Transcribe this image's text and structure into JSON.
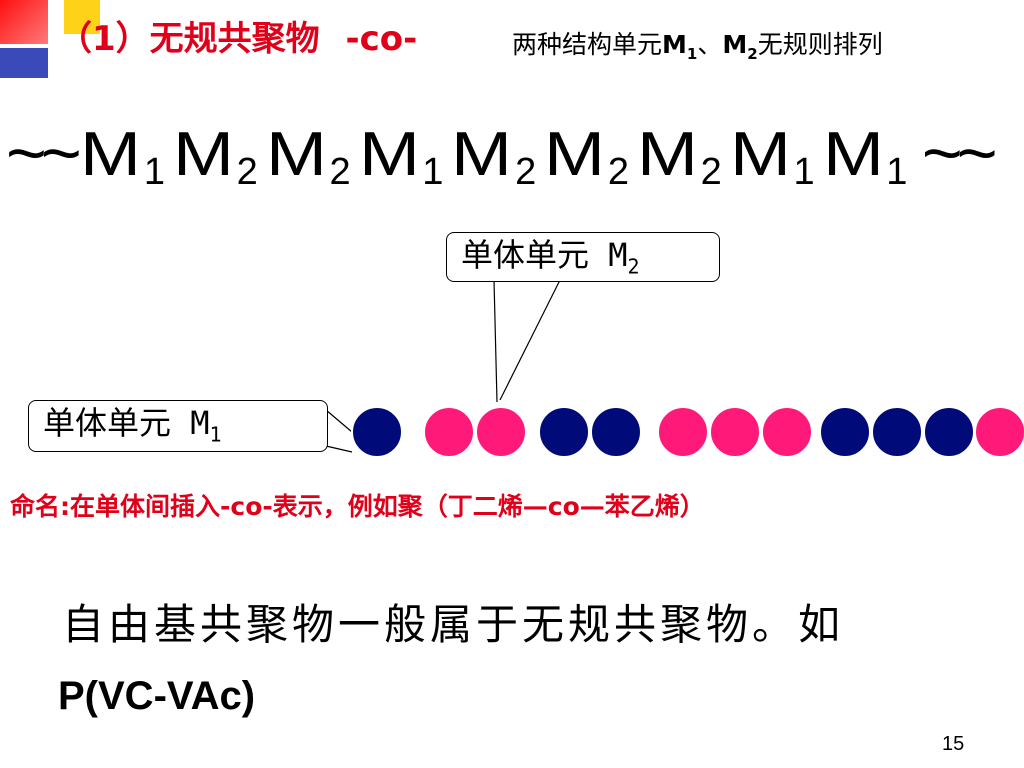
{
  "decor": {
    "colors": [
      "#ff2020",
      "#ffd21a",
      "#3a4ab8"
    ]
  },
  "title": {
    "main": "（1）无规共聚物",
    "abbr": "-co-",
    "desc_prefix": "两种结构单元",
    "m1": "M",
    "m1_sub": "1",
    "sep": "、",
    "m2": "M",
    "m2_sub": "2",
    "desc_suffix": "无规则排列"
  },
  "sequence": {
    "lead": "~~",
    "tail": "~~",
    "letter": "M",
    "subs": [
      "1",
      "2",
      "2",
      "1",
      "2",
      "2",
      "2",
      "1",
      "1"
    ]
  },
  "callouts": {
    "m2_label": "单体单元 M",
    "m2_sub": "2",
    "m1_label": "单体单元 M",
    "m1_sub": "1"
  },
  "chain": {
    "colors": {
      "M1": "#000a78",
      "M2": "#ff1a7a"
    },
    "beads": [
      "M1",
      "M2",
      "M2",
      "M1",
      "M1",
      "M2",
      "M2",
      "M2",
      "M1",
      "M1",
      "M1",
      "M2"
    ]
  },
  "naming": "命名:在单体间插入-co-表示，例如聚（丁二烯—co—苯乙烯）",
  "body": {
    "line1": "自由基共聚物一般属于无规共聚物。如",
    "line2": "P(VC-VAc)"
  },
  "page_number": "15"
}
